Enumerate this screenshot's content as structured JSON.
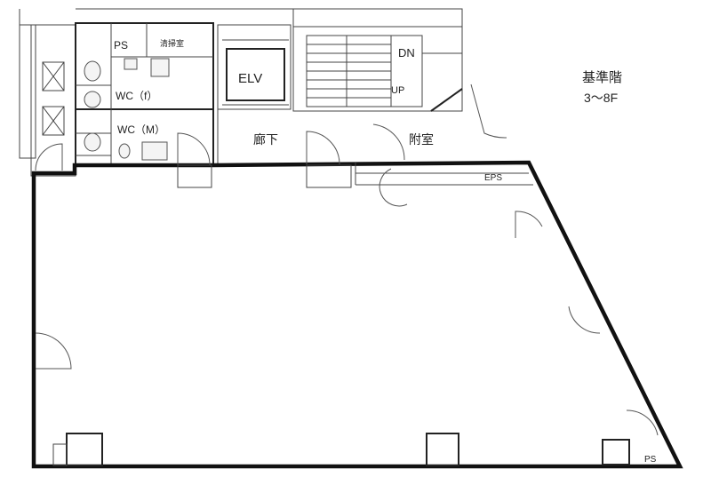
{
  "floor": {
    "name": "基準階",
    "floors": "3～8F"
  },
  "rooms": {
    "ps_top": "PS",
    "cleaning": "清掃室",
    "wc_female": "WC（f）",
    "wc_male": "WC（M）",
    "elevator": "ELV",
    "stairs_dn": "DN",
    "stairs_up": "UP",
    "corridor": "廊下",
    "annex": "附室",
    "eps": "EPS",
    "ps_bottom": "PS"
  }
}
